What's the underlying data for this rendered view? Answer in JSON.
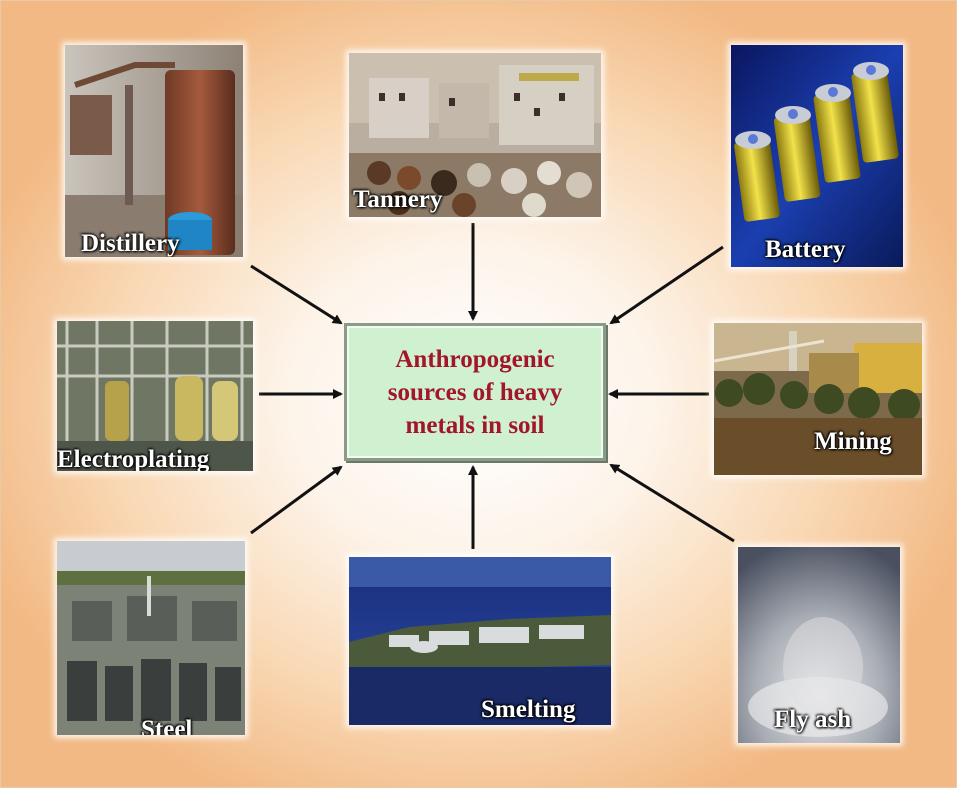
{
  "center": {
    "lines": [
      "Anthropogenic",
      "sources of heavy",
      "metals in soil"
    ]
  },
  "sources": {
    "distillery": "Distillery",
    "tannery": "Tannery",
    "battery": "Battery",
    "electroplating": "Electroplating",
    "mining": "Mining",
    "steel": "Steel",
    "smelting": "Smelting",
    "fly_ash": "Fly ash"
  },
  "colors": {
    "center_text": "#a3152a",
    "center_fill": "#cff1cf",
    "arrow": "#111111"
  }
}
